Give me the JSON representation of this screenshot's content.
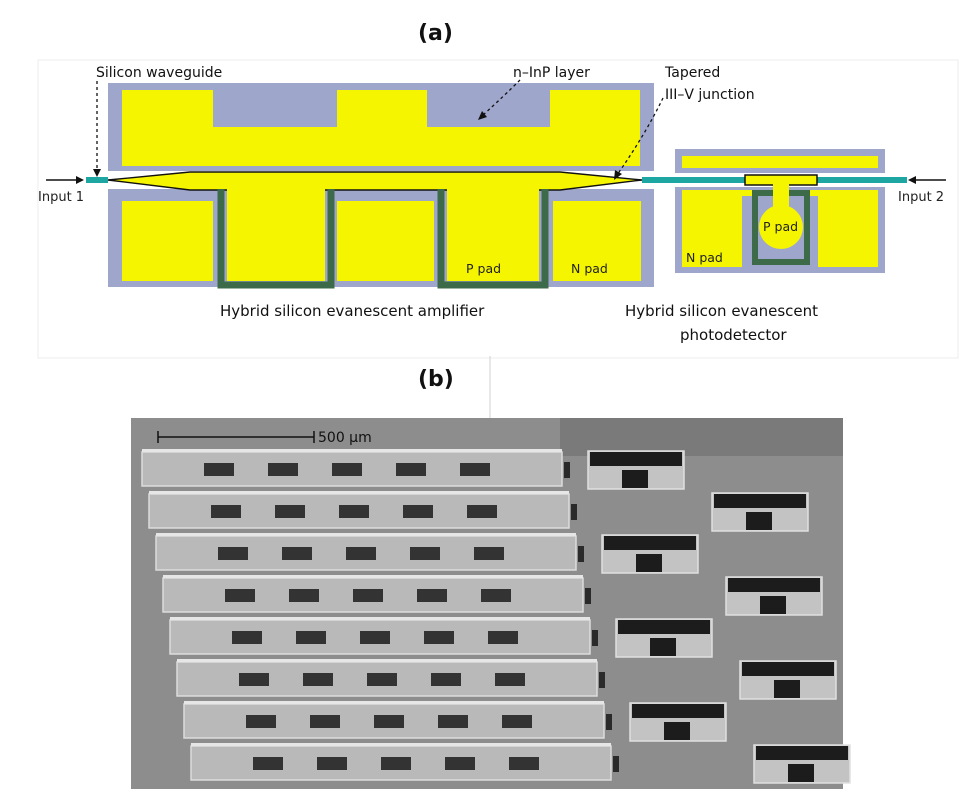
{
  "panel_a": {
    "label": "(a)",
    "labels": {
      "silicon_waveguide": "Silicon waveguide",
      "n_inp_layer": "n–InP layer",
      "tapered_line1": "Tapered",
      "tapered_line2": "III–V junction",
      "input1": "Input 1",
      "input2": "Input 2",
      "p_pad_amp": "P pad",
      "n_pad_amp": "N pad",
      "n_pad_pd": "N pad",
      "p_pad_pd": "P pad"
    },
    "captions": {
      "amplifier": "Hybrid silicon evanescent amplifier",
      "photodetector_line1": "Hybrid silicon evanescent",
      "photodetector_line2": "photodetector"
    },
    "colors": {
      "metal": "#f5f500",
      "inp": "#9ea6cc",
      "si": "#1ea7a2",
      "junction": "#3d6b4a"
    }
  },
  "panel_b": {
    "label": "(b)",
    "scale_bar_label": "500 µm"
  }
}
